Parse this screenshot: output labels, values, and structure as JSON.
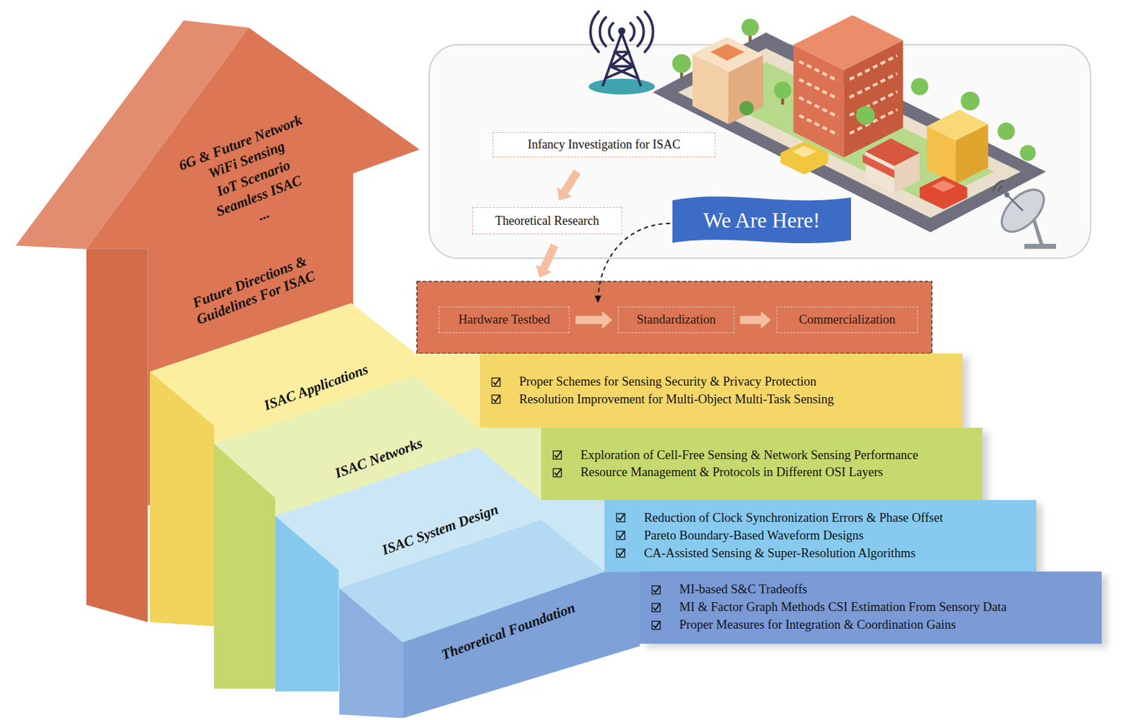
{
  "diagram": {
    "nodes": [
      {
        "text": [
          "6G & Future Network",
          "WiFi Sensing",
          "IoT Scenario",
          "Seamless ISAC",
          "...",
          "Future Directions & Guidelines For ISAC"
        ]
      },
      {
        "text": [
          "Infancy Investigation for ISAC"
        ]
      },
      {
        "text": [
          "Theoretical Research"
        ]
      },
      {
        "text": [
          "We Are Here!"
        ]
      },
      {
        "text": [
          "Hardware Testbed"
        ]
      },
      {
        "text": [
          "Standardization"
        ]
      },
      {
        "text": [
          "Commercialization"
        ]
      },
      {
        "text": [
          "ISAC Applications"
        ]
      },
      {
        "text": [
          "Proper Schemes for Sensing Security & Privacy Protection",
          "Resolution Improvement for Multi-Object Multi-Task Sensing"
        ]
      },
      {
        "text": [
          "ISAC Networks"
        ]
      },
      {
        "text": [
          "Exploration of Cell-Free Sensing & Network Sensing Performance",
          "Resource Management & Protocols in Different OSI Layers"
        ]
      },
      {
        "text": [
          "ISAC System Design"
        ]
      },
      {
        "text": [
          "Reduction of Clock Synchronization Errors & Phase Offset",
          "Pareto Boundary-Based Waveform Designs",
          "CA-Assisted Sensing & Super-Resolution Algorithms"
        ]
      },
      {
        "text": [
          "Theoretical Foundation"
        ]
      },
      {
        "text": [
          "MI-based S&C Tradeoffs",
          "MI & Factor Graph Methods CSI Estimation From Sensory Data",
          "Proper Measures for Integration & Coordination Gains"
        ]
      }
    ],
    "edges": [
      {
        "from": 1,
        "to": 2,
        "arrow": "to"
      },
      {
        "from": 2,
        "to": 4,
        "arrow": "to"
      },
      {
        "from": 3,
        "to": 5,
        "arrow": "to"
      },
      {
        "from": 4,
        "to": 5,
        "arrow": "to"
      },
      {
        "from": 5,
        "to": 6,
        "arrow": "to"
      }
    ]
  }
}
